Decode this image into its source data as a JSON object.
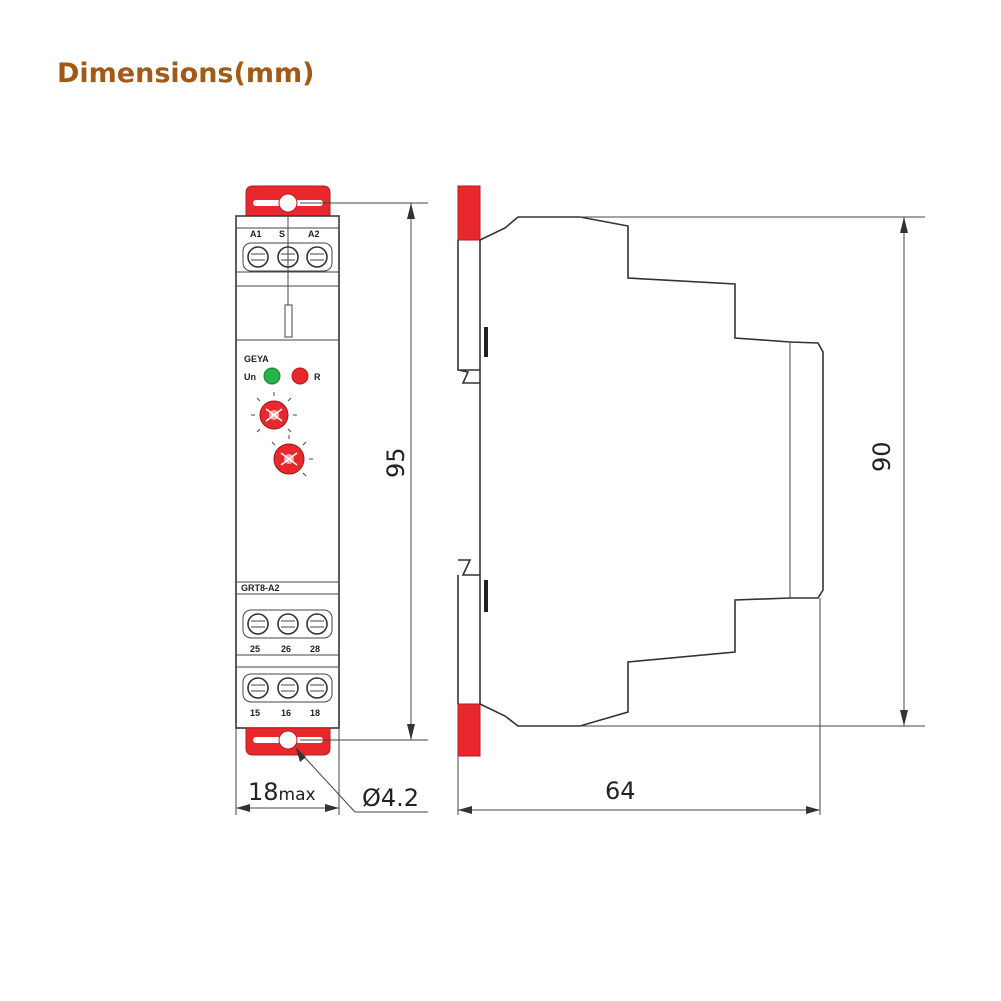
{
  "title": "Dimensions(mm)",
  "front_view": {
    "terminals_top": [
      "A1",
      "S",
      "A2"
    ],
    "brand": "GEYA",
    "led_left": "Un",
    "led_right": "R",
    "model": "GRT8-A2",
    "terminals_mid": [
      "25",
      "26",
      "28"
    ],
    "terminals_bottom": [
      "15",
      "16",
      "18"
    ]
  },
  "dimensions": {
    "height_front": "95",
    "height_side": "90",
    "width_front": "18",
    "width_front_suffix": "max",
    "depth_side": "64",
    "hole": "Ø4.2"
  },
  "colors": {
    "title": "#a25a16",
    "clip_red": "#e8282c",
    "led_green": "#27b34a",
    "led_red": "#e8282c"
  }
}
